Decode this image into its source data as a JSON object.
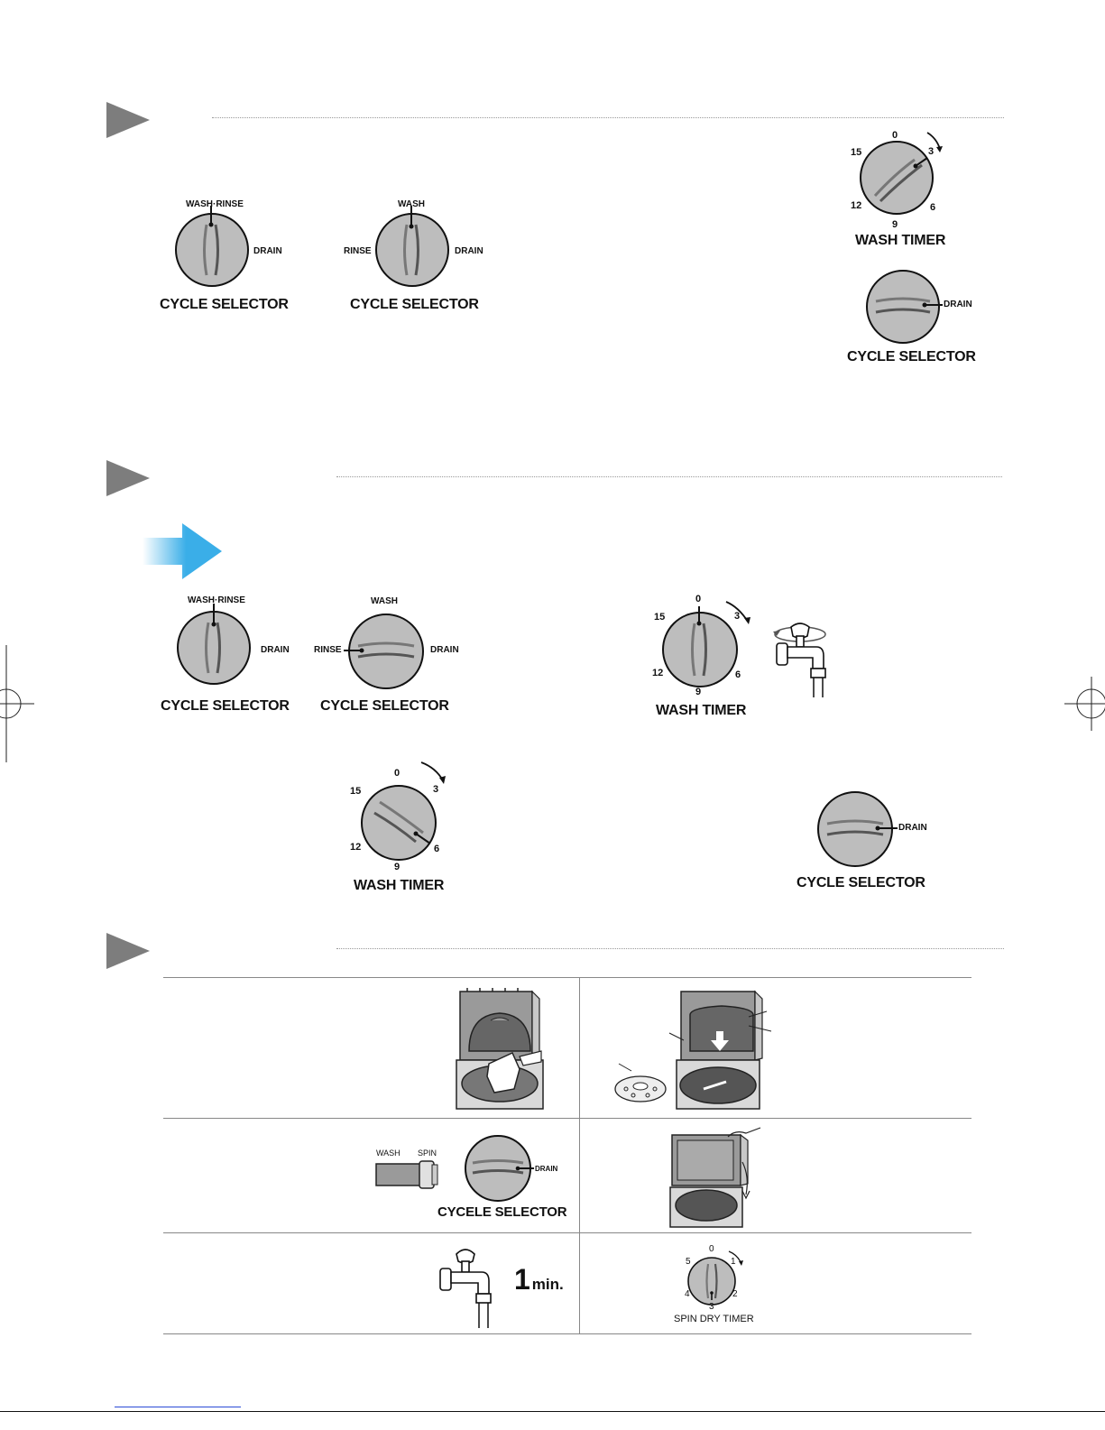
{
  "labels": {
    "cycle_selector": "CYCLE SELECTOR",
    "wash_timer": "WASH TIMER",
    "cycele_selector": "CYCELE SELECTOR",
    "spin_dry_timer": "SPIN DRY TIMER",
    "wash_rinse": "WASH·RINSE",
    "wash": "WASH",
    "rinse": "RINSE",
    "drain": "DRAIN",
    "spin": "SPIN"
  },
  "wash_timer_marks": [
    "0",
    "3",
    "6",
    "9",
    "12",
    "15"
  ],
  "spin_timer_marks": [
    "0",
    "1",
    "2",
    "3",
    "4",
    "5"
  ],
  "faucet_time": {
    "value": "1",
    "unit": "min."
  },
  "colors": {
    "arrow": "#3aaee8",
    "dial": "#bdbdbd",
    "triangle": "#7d7d7d"
  },
  "icons": [
    "section-triangle-icon",
    "blue-arrow-icon",
    "faucet-icon",
    "washer-tub-icon",
    "lint-filter-icon",
    "lid-open-icon"
  ]
}
